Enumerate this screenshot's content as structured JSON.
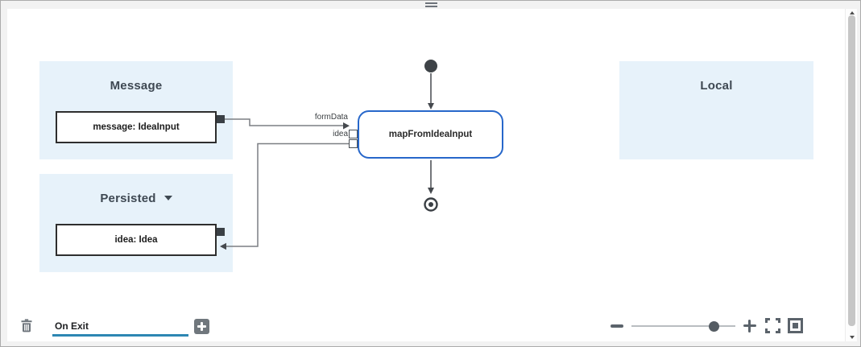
{
  "canvas": {
    "panels": [
      {
        "title": "Message",
        "box_label": "message: IdeaInput"
      },
      {
        "title": "Persisted",
        "box_label": "idea: Idea",
        "has_dropdown": true
      },
      {
        "title": "Local"
      }
    ],
    "node": {
      "label": "mapFromIdeaInput",
      "ports": [
        {
          "label": "formData"
        },
        {
          "label": "idea"
        }
      ]
    },
    "events": {
      "start": "start-event",
      "end": "end-event"
    }
  },
  "footer": {
    "tab_label": "On Exit",
    "icons": {
      "delete": "trash-icon",
      "add": "plus-icon"
    }
  },
  "zoom_controls": {
    "slider_value_percent": 77,
    "icons": [
      "minus-icon",
      "slider",
      "plus-icon",
      "fullscreen-corners-icon",
      "square-in-square-icon"
    ]
  },
  "colors": {
    "panel_bg": "#e7f2fa",
    "panel_title": "#3e4852",
    "node_border": "#2767ca",
    "box_border": "#2e2e2e",
    "connector_line": "#7b7f83",
    "arrow_dark": "#45494e",
    "accent_underline": "#2d87b2",
    "control_gray": "#5b636b",
    "frame_bg": "#f2f2f2"
  }
}
